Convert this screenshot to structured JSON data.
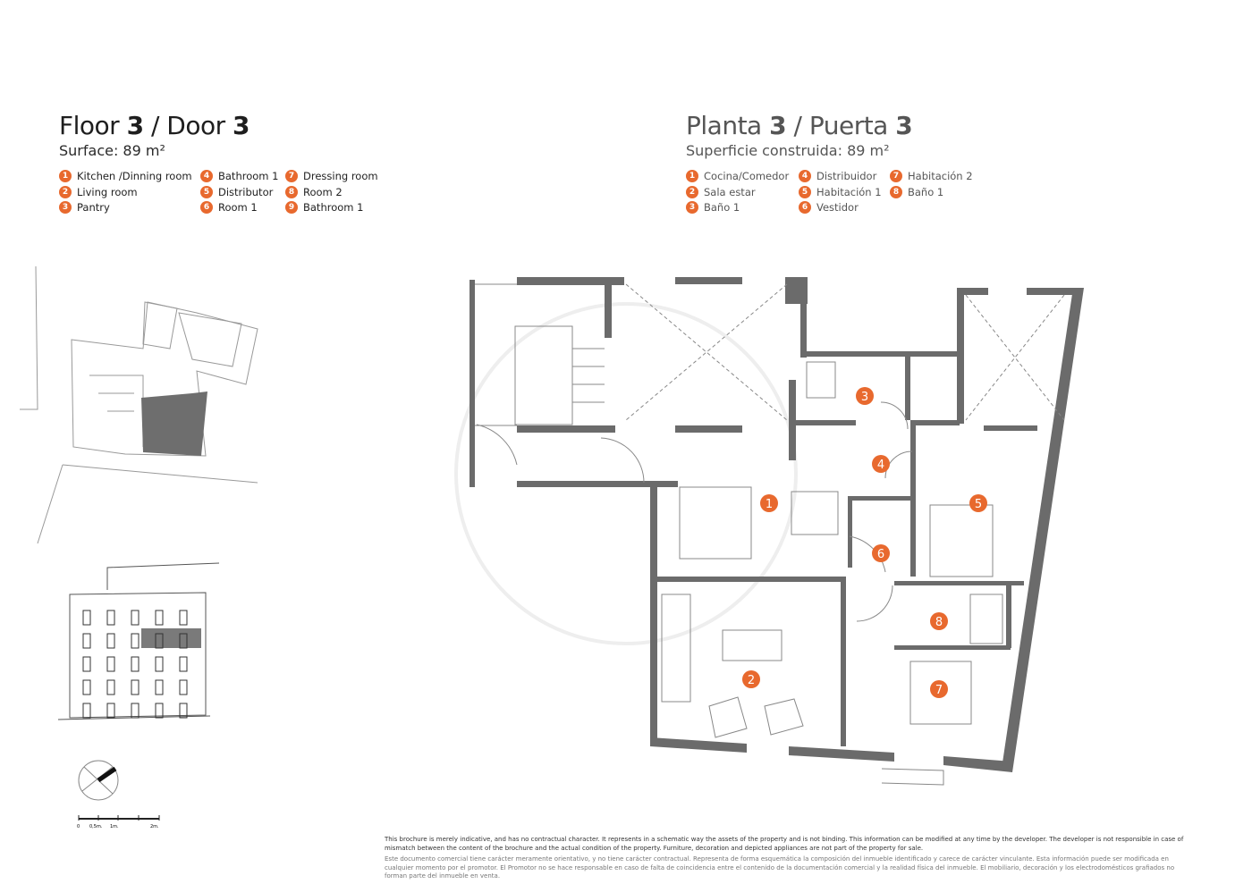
{
  "english": {
    "title_prefix": "Floor ",
    "floor": "3",
    "title_mid": " / Door ",
    "door": "3",
    "surface": "Surface: 89 m²",
    "legend": [
      {
        "n": "1",
        "label": "Kitchen /Dinning room"
      },
      {
        "n": "2",
        "label": "Living room"
      },
      {
        "n": "3",
        "label": "Pantry"
      },
      {
        "n": "4",
        "label": "Bathroom 1"
      },
      {
        "n": "5",
        "label": "Distributor"
      },
      {
        "n": "6",
        "label": "Room 1"
      },
      {
        "n": "7",
        "label": "Dressing room"
      },
      {
        "n": "8",
        "label": "Room 2"
      },
      {
        "n": "9",
        "label": "Bathroom 1"
      }
    ]
  },
  "spanish": {
    "title_prefix": "Planta ",
    "floor": "3",
    "title_mid": " / Puerta ",
    "door": "3",
    "surface": "Superficie construida: 89 m²",
    "legend": [
      {
        "n": "1",
        "label": "Cocina/Comedor"
      },
      {
        "n": "2",
        "label": "Sala estar"
      },
      {
        "n": "3",
        "label": "Baño 1"
      },
      {
        "n": "4",
        "label": "Distribuidor"
      },
      {
        "n": "5",
        "label": "Habitación 1"
      },
      {
        "n": "6",
        "label": "Vestidor"
      },
      {
        "n": "7",
        "label": "Habitación 2"
      },
      {
        "n": "8",
        "label": "Baño 1"
      }
    ]
  },
  "plan_markers": [
    "1",
    "2",
    "3",
    "4",
    "5",
    "6",
    "7",
    "8"
  ],
  "scale_bar": {
    "ticks": [
      "0",
      "0,5m.",
      "1m.",
      "2m."
    ]
  },
  "disclaimer": {
    "en": "This brochure is merely indicative, and has no contractual character. It represents in a schematic way the assets of the property and is not binding. This information can be modified at any time by the developer. The developer is not responsible in case of mismatch between the content of the brochure and the actual condition of the property. Furniture, decoration and depicted appliances are not part of the property for sale.",
    "es": "Este documento comercial tiene carácter meramente orientativo, y no tiene carácter contractual. Representa de forma esquemática la composición del inmueble identificado y carece de carácter vinculante. Esta información puede ser modificada en cualquier momento por el promotor. El Promotor no se hace responsable en caso de falta de coincidencia entre el contenido de la documentación comercial y la realidad física del inmueble. El mobiliario, decoración y los electrodomésticos grafiados no forman parte del inmueble en venta."
  },
  "colors": {
    "accent": "#e8692e",
    "wall": "#6b6b6b",
    "highlight": "#6e6e6e"
  }
}
